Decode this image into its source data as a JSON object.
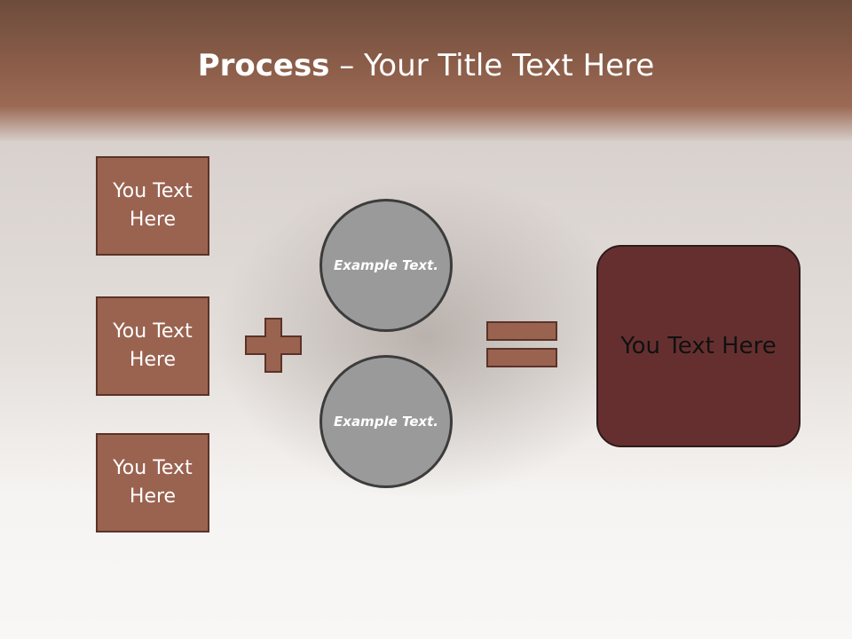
{
  "slide": {
    "title_bold": "Process",
    "title_rest": " – Your Title Text Here"
  },
  "inputs": [
    {
      "label": "You Text Here"
    },
    {
      "label": "You Text Here"
    },
    {
      "label": "You Text Here"
    }
  ],
  "circles": [
    {
      "label": "Example Text."
    },
    {
      "label": "Example Text."
    }
  ],
  "result": {
    "label": "You Text Here"
  },
  "colors": {
    "header": "#8a5d49",
    "box_fill": "#9a6350",
    "box_border": "#5a3328",
    "circle_fill": "#9a9a9a",
    "result_fill": "#662f2f"
  },
  "icons": {
    "operator_1": "plus-icon",
    "operator_2": "equals-icon"
  }
}
